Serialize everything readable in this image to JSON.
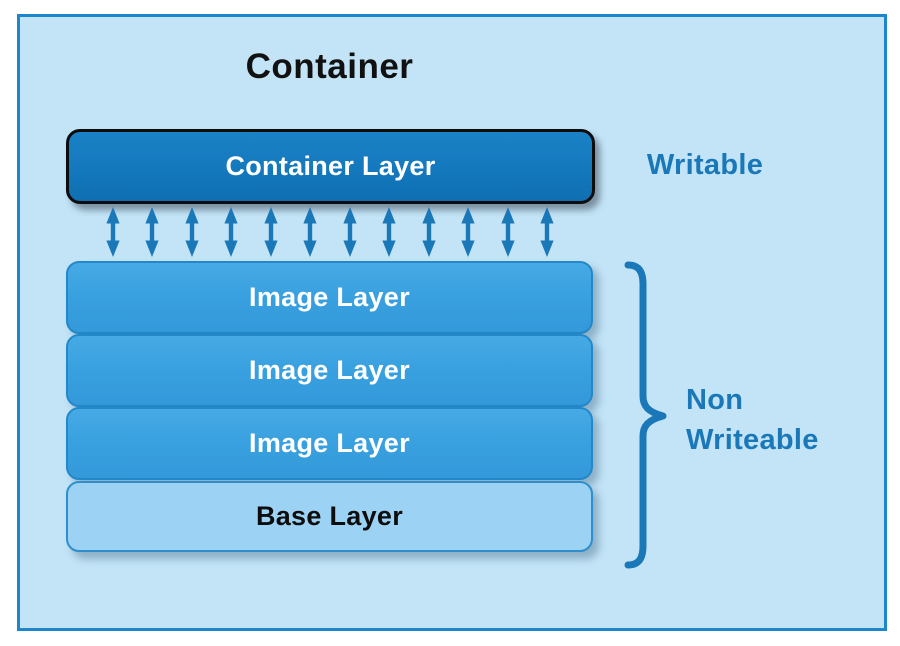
{
  "diagram": {
    "title": "Container",
    "container_layer": {
      "label": "Container Layer"
    },
    "writable_label": "Writable",
    "non_writeable_label": "Non Writeable",
    "image_layers": [
      "Image Layer",
      "Image Layer",
      "Image Layer"
    ],
    "base_layer": {
      "label": "Base Layer"
    },
    "connector": {
      "icon": "double-headed-vertical-arrow-icon",
      "arrow_count": 12
    },
    "colors": {
      "accent_blue": "#1a78b8",
      "panel_background": "#c3e4f7",
      "panel_border": "#1e86cb",
      "container_layer_fill": "#1478bd",
      "image_layer_fill": "#3aa1e0",
      "base_layer_fill": "#9cd2f3",
      "title_text": "#111111"
    }
  }
}
